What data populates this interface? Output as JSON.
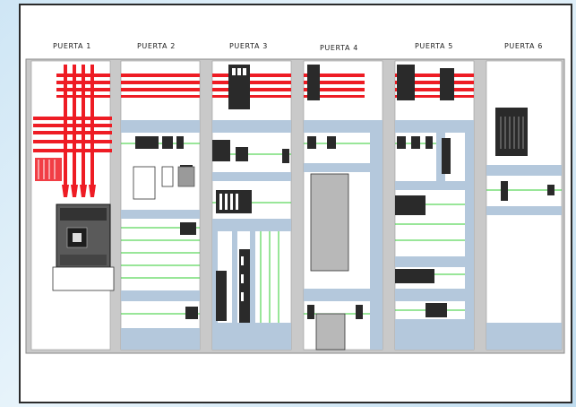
{
  "colors": {
    "panel_background": "#c9c9c9",
    "door_face": "#ffffff",
    "duct": "#b4c8dc",
    "busbar": "#ee1c24",
    "din_rail": "#33cc33",
    "device": "#2a2a2a",
    "frame_border": "#2b2b2b"
  },
  "doors": [
    {
      "label": "PUERTA 1"
    },
    {
      "label": "PUERTA 2"
    },
    {
      "label": "PUERTA 3"
    },
    {
      "label": "PUERTA 4"
    },
    {
      "label": "PUERTA 5"
    },
    {
      "label": "PUERTA 6"
    }
  ]
}
